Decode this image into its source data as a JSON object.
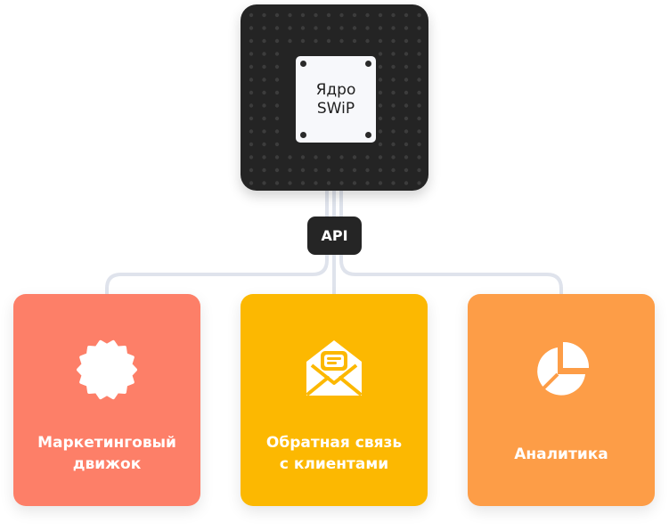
{
  "core": {
    "label_lines": [
      "Ядро",
      "SWiP"
    ]
  },
  "api": {
    "label": "API"
  },
  "modules": [
    {
      "label_lines": [
        "Маркетинговый",
        "движок"
      ],
      "icon": "gear-badge-icon",
      "color": "#fd7f68"
    },
    {
      "label_lines": [
        "Обратная связь",
        "с клиентами"
      ],
      "icon": "envelope-message-icon",
      "color": "#fcb801"
    },
    {
      "label_lines": [
        "Аналитика"
      ],
      "icon": "pie-chart-icon",
      "color": "#fd9d47"
    }
  ],
  "colors": {
    "chip": "#242424",
    "wire": "#dfe3ec",
    "core_background": "#f7f8fb"
  }
}
